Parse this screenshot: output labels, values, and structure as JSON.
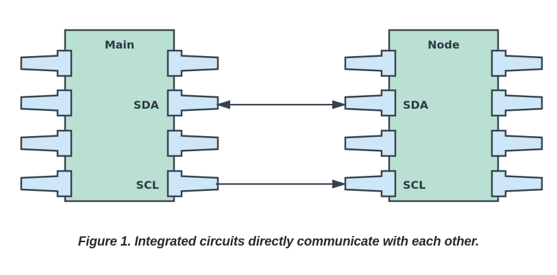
{
  "figure": {
    "caption": "Figure 1. Integrated circuits directly communicate with each other."
  },
  "colors": {
    "chip_fill": "#b9e0d3",
    "pin_fill": "#cde7f8",
    "stroke": "#38424d",
    "label_text": "#2e3a44"
  },
  "chips": [
    {
      "id": "main",
      "title": "Main",
      "pins_per_side": 4,
      "pin_labels": {
        "right": [
          "",
          "SDA",
          "",
          "SCL"
        ],
        "left": [
          "",
          "",
          "",
          ""
        ]
      }
    },
    {
      "id": "node",
      "title": "Node",
      "pins_per_side": 4,
      "pin_labels": {
        "left": [
          "",
          "SDA",
          "",
          "SCL"
        ],
        "right": [
          "",
          "",
          "",
          ""
        ]
      }
    }
  ],
  "connections": [
    {
      "signal": "SDA",
      "from": "main",
      "to": "node",
      "pin_index": 1,
      "direction": "bidirectional"
    },
    {
      "signal": "SCL",
      "from": "main",
      "to": "node",
      "pin_index": 3,
      "direction": "main-to-node"
    }
  ]
}
